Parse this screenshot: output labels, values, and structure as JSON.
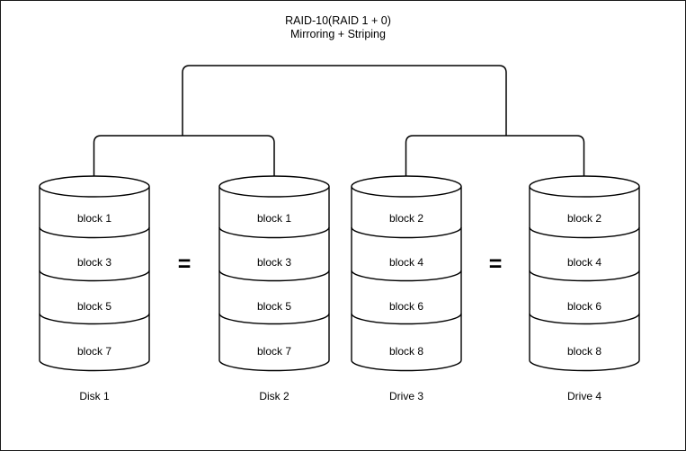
{
  "title": {
    "line1": "RAID-10(RAID 1 + 0)",
    "line2": "Mirroring + Striping"
  },
  "equals_sign": "=",
  "disks": [
    {
      "name": "Disk 1",
      "blocks": [
        "block 1",
        "block 3",
        "block 5",
        "block 7"
      ]
    },
    {
      "name": "Disk 2",
      "blocks": [
        "block 1",
        "block 3",
        "block 5",
        "block 7"
      ]
    },
    {
      "name": "Drive 3",
      "blocks": [
        "block 2",
        "block 4",
        "block 6",
        "block 8"
      ]
    },
    {
      "name": "Drive 4",
      "blocks": [
        "block 2",
        "block 4",
        "block 6",
        "block 8"
      ]
    }
  ],
  "colors": {
    "line": "#000000",
    "background": "#ffffff"
  }
}
